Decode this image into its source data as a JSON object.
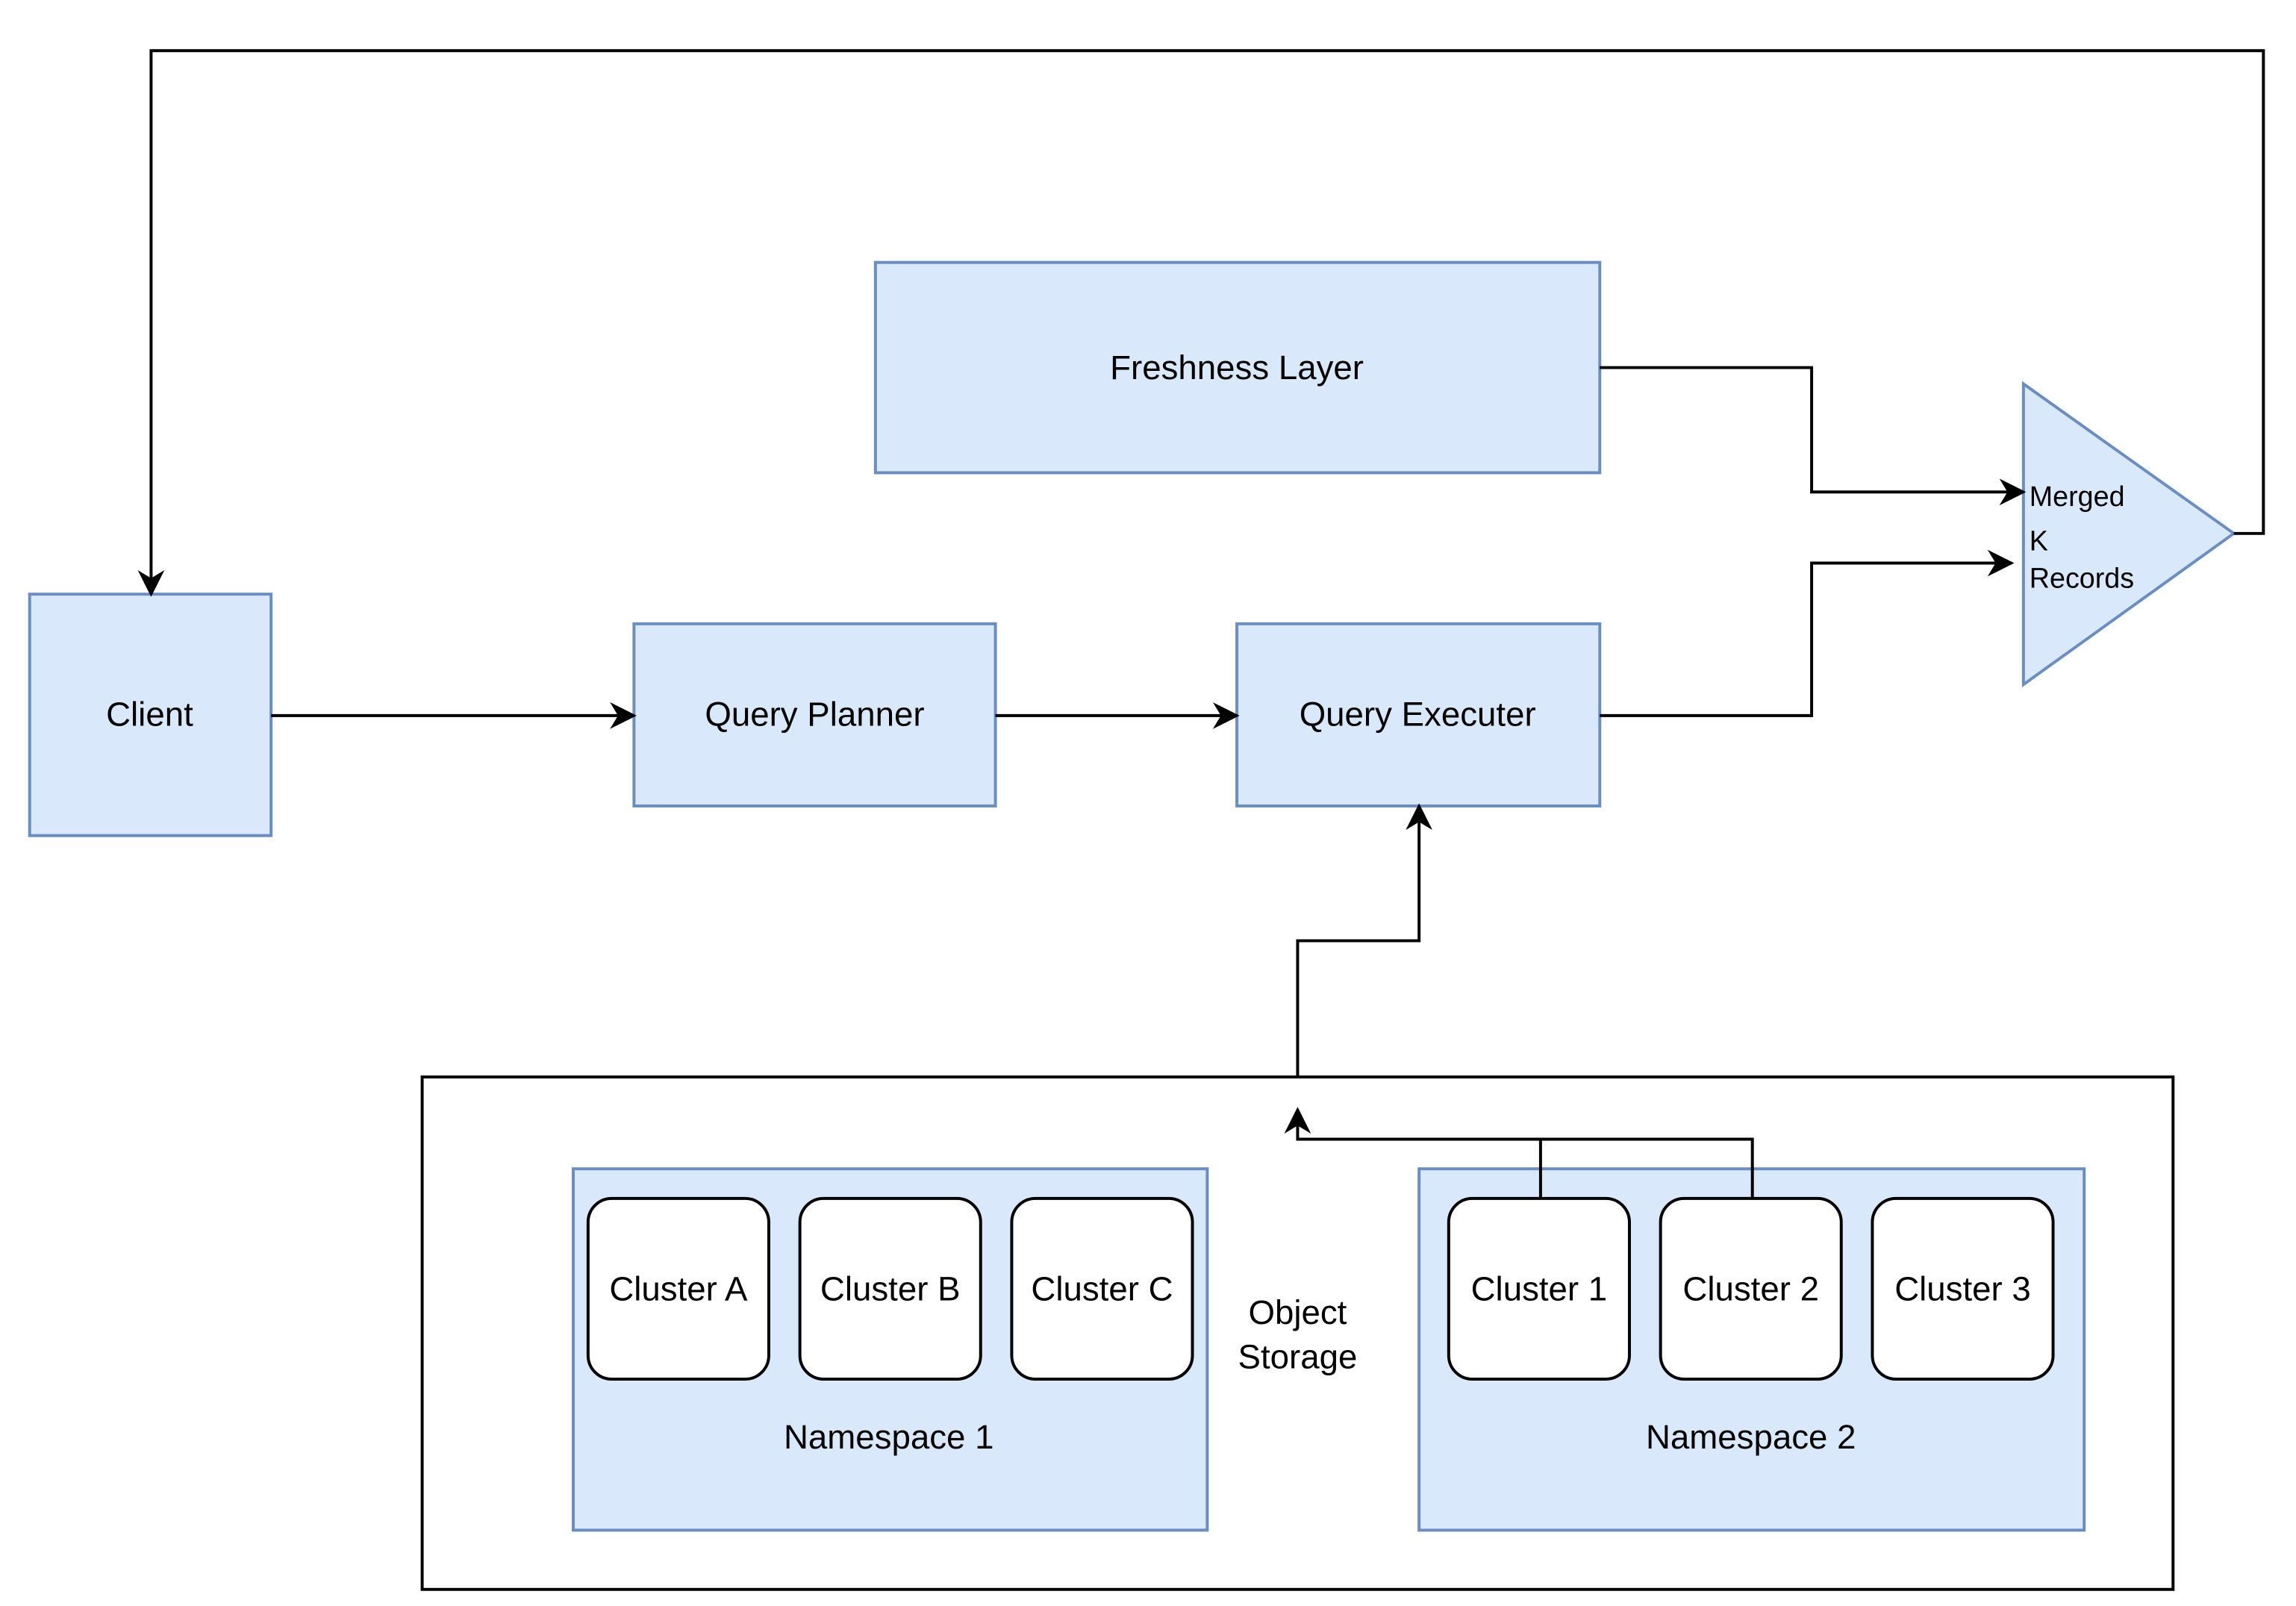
{
  "diagram": {
    "nodes": {
      "client": "Client",
      "query_planner": "Query Planner",
      "query_executer": "Query Executer",
      "freshness_layer": "Freshness Layer",
      "merged_line1": "Merged",
      "merged_line2": "K",
      "merged_line3": "Records",
      "object_storage_line1": "Object",
      "object_storage_line2": "Storage",
      "namespace_1": "Namespace 1",
      "namespace_2": "Namespace 2",
      "cluster_a": "Cluster A",
      "cluster_b": "Cluster B",
      "cluster_c": "Cluster C",
      "cluster_1": "Cluster 1",
      "cluster_2": "Cluster 2",
      "cluster_3": "Cluster 3"
    },
    "colors": {
      "box_fill": "#dae8fc",
      "box_stroke": "#6c8ebf",
      "line": "#000000",
      "cluster_fill": "#ffffff"
    }
  }
}
